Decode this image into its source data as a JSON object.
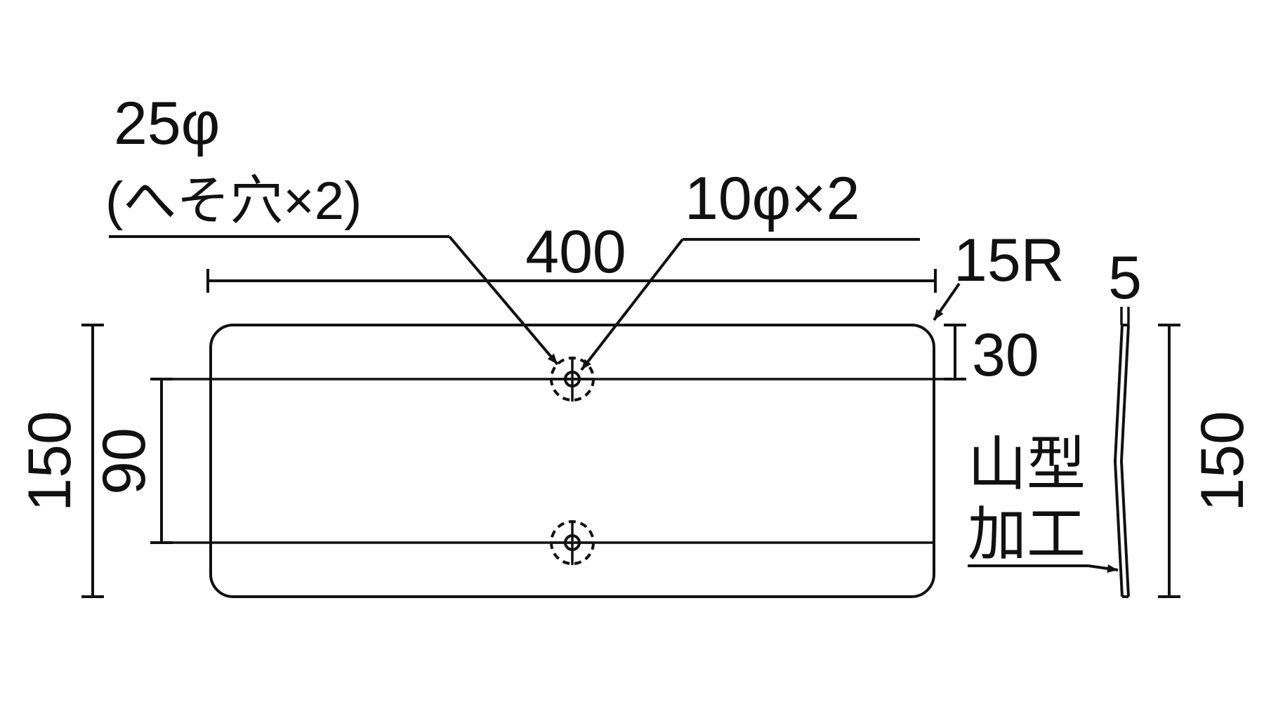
{
  "drawing": {
    "background": "#ffffff",
    "line_color": "#111111",
    "labels": {
      "hole_large": "25φ",
      "hole_large_note": "(へそ穴×2)",
      "hole_small": "10φ×2",
      "width": "400",
      "corner_radius": "15R",
      "thickness": "5",
      "height_left": "150",
      "hole_spacing": "90",
      "hole_offset": "30",
      "height_right": "150",
      "process_line1": "山型",
      "process_line2": "加工"
    }
  }
}
